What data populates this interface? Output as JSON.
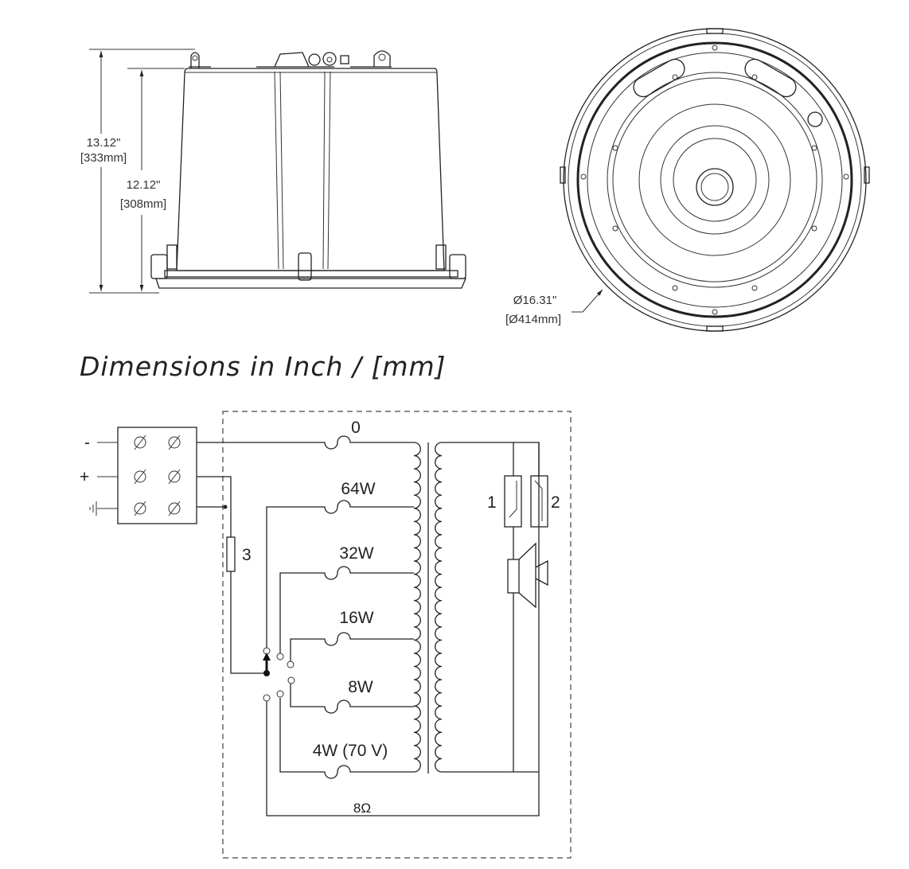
{
  "side_view": {
    "overall_height_in": "13.12\"",
    "overall_height_mm": "[333mm]",
    "body_height_in": "12.12\"",
    "body_height_mm": "[308mm]"
  },
  "top_view": {
    "diameter_in": "Ø16.31\"",
    "diameter_mm": "[Ø414mm]"
  },
  "caption": "Dimensions in Inch / [mm]",
  "schematic": {
    "terminals": {
      "minus": "-",
      "plus": "+"
    },
    "taps": [
      "0",
      "64W",
      "32W",
      "16W",
      "8W",
      "4W (70 V)"
    ],
    "impedance_tap": "8Ω",
    "components": {
      "c1": "1",
      "c2": "2",
      "c3": "3"
    }
  }
}
